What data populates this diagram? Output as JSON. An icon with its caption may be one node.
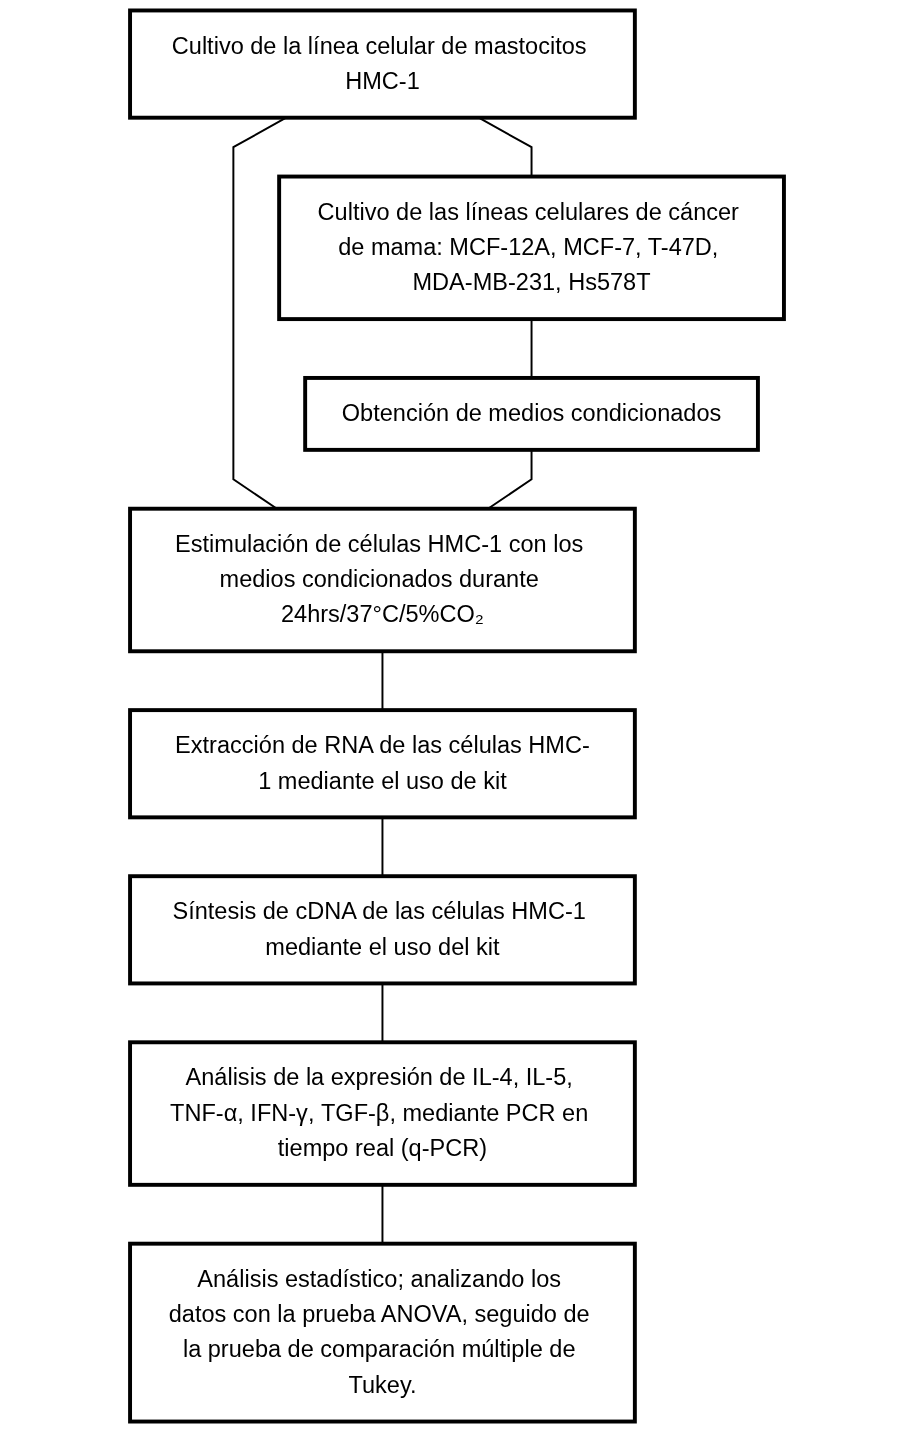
{
  "diagram": {
    "nodes": [
      {
        "text": [
          "Cultivo de la línea celular de mastocitos HMC-1"
        ]
      },
      {
        "text": [
          "Cultivo de las líneas celulares de cáncer de mama: MCF-12A, MCF-7, T-47D, MDA-MB-231, Hs578T"
        ]
      },
      {
        "text": [
          "Obtención de medios condicionados"
        ]
      },
      {
        "text": [
          "Estimulación de células HMC-1 con los medios condicionados durante 24hrs/37°C/5%CO₂"
        ]
      },
      {
        "text": [
          "Extracción de RNA de las células HMC-1 mediante el uso de kit"
        ]
      },
      {
        "text": [
          "Síntesis de cDNA de las células HMC-1 mediante el uso del kit"
        ]
      },
      {
        "text": [
          "Análisis de la expresión de IL-4, IL-5, TNF-α, IFN-γ, TGF-β, mediante PCR en tiempo real (q-PCR)"
        ]
      },
      {
        "text": [
          "Análisis estadístico; analizando los datos con la prueba ANOVA, seguido de la prueba de comparación múltiple de Tukey."
        ]
      }
    ],
    "edges": [
      {
        "from": 0,
        "to": 1,
        "arrow": "none"
      },
      {
        "from": 1,
        "to": 2,
        "arrow": "none"
      },
      {
        "from": 0,
        "to": 3,
        "arrow": "none"
      },
      {
        "from": 2,
        "to": 3,
        "arrow": "none"
      },
      {
        "from": 3,
        "to": 4,
        "arrow": "none"
      },
      {
        "from": 4,
        "to": 5,
        "arrow": "none"
      },
      {
        "from": 5,
        "to": 6,
        "arrow": "none"
      },
      {
        "from": 6,
        "to": 7,
        "arrow": "none"
      }
    ]
  }
}
